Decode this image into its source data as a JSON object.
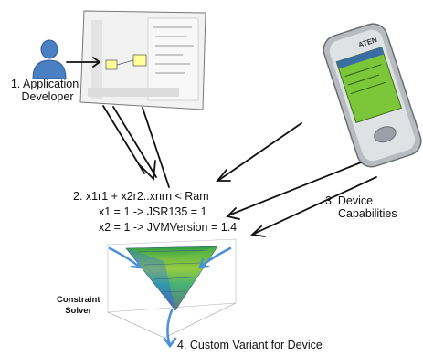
{
  "step1": {
    "line1": "1. Application",
    "line2": "Developer"
  },
  "step2": {
    "line1": "2. x1r1 + x2r2..xnrn < Ram",
    "line2": "x1 = 1 -> JSR135 = 1",
    "line3": "x2 = 1 -> JVMVersion = 1.4"
  },
  "step3": {
    "line1": "3. Device",
    "line2": "Capabilities"
  },
  "step4": {
    "line1": "4. Custom Variant for Device"
  },
  "solver": {
    "line1": "Constraint",
    "line2": "Solver"
  },
  "device": {
    "brand": "ATEN"
  },
  "colors": {
    "person": "#4a7fc1",
    "arrow": "#111111",
    "surface_top": "#2e9e4a",
    "surface_bottom": "#5a3bb5",
    "phone_screen": "#7cc63a"
  }
}
